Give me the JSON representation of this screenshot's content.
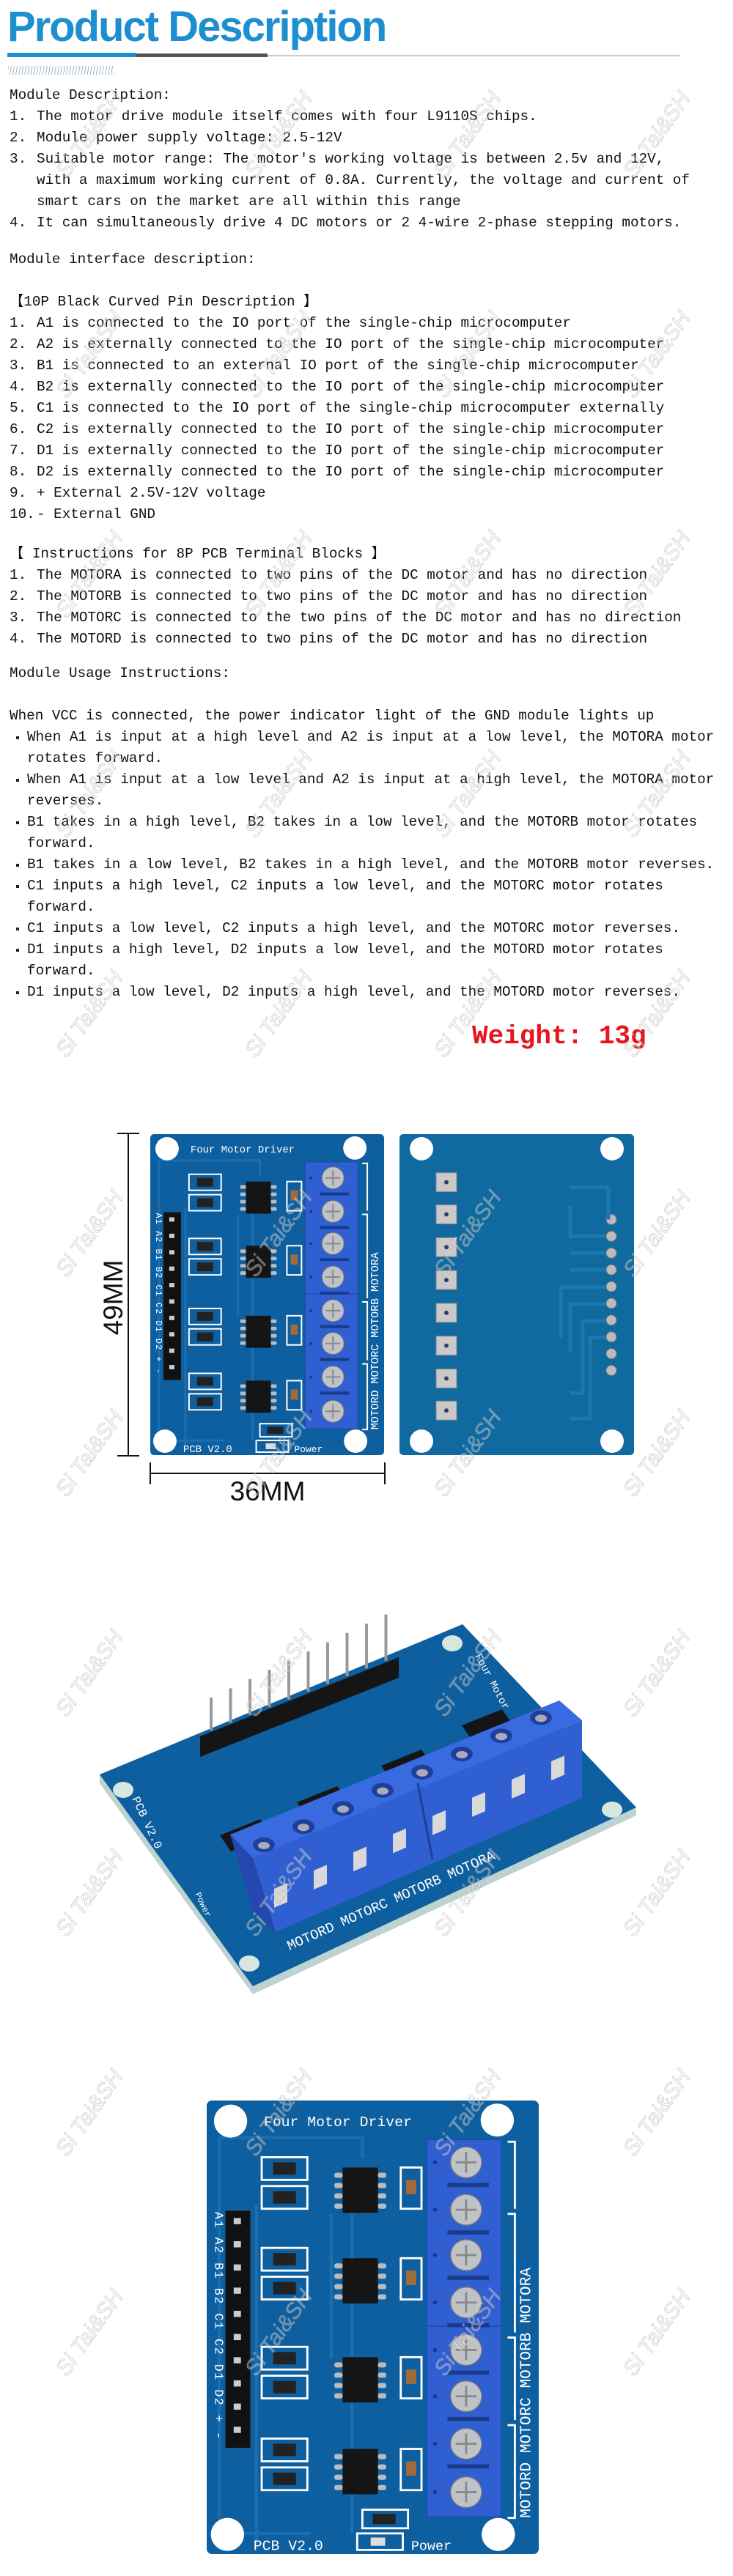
{
  "header": {
    "title": "Product Description",
    "accent_color": "#1d8fd1"
  },
  "module_description": {
    "heading": "Module Description:",
    "items": [
      {
        "num": "1.",
        "lines": [
          "The motor drive module itself comes with four L9110S chips."
        ]
      },
      {
        "num": "2.",
        "lines": [
          "Module power supply voltage: 2.5-12V"
        ]
      },
      {
        "num": "3.",
        "lines": [
          "Suitable motor range: The motor's working voltage is between 2.5v and 12V,",
          "with a maximum working current of 0.8A. Currently, the voltage and current of",
          "smart cars on the market are all within this range"
        ]
      },
      {
        "num": "4.",
        "lines": [
          "It can simultaneously drive 4 DC motors or 2 4-wire 2-phase stepping motors."
        ]
      }
    ]
  },
  "interface": {
    "heading": "Module interface description:",
    "pin_section_title": "【10P Black Curved Pin Description 】",
    "pins": [
      {
        "num": "1.",
        "text": "A1 is connected to the IO port of the single-chip microcomputer"
      },
      {
        "num": "2.",
        "text": "A2 is externally connected to the IO port of the single-chip microcomputer"
      },
      {
        "num": "3.",
        "text": "B1 is connected to an external IO port of the single-chip microcomputer"
      },
      {
        "num": "4.",
        "text": "B2 is externally connected to the IO port of the single-chip microcomputer"
      },
      {
        "num": "5.",
        "text": "C1 is connected to the IO port of the single-chip microcomputer externally"
      },
      {
        "num": "6.",
        "text": "C2 is externally connected to the IO port of the single-chip microcomputer"
      },
      {
        "num": "7.",
        "text": "D1 is externally connected to the IO port of the single-chip microcomputer"
      },
      {
        "num": "8.",
        "text": "D2 is externally connected to the IO port of the single-chip microcomputer"
      },
      {
        "num": "9.",
        "text": "+ External 2.5V-12V voltage"
      },
      {
        "num": "10.",
        "text": "- External GND"
      }
    ]
  },
  "terminals": {
    "title": "【 Instructions for 8P PCB Terminal Blocks 】",
    "items": [
      {
        "num": "1.",
        "text": "The MOTORA is connected to two pins of the DC motor and has no direction"
      },
      {
        "num": "2.",
        "text": "The MOTORB is connected to two pins of the DC motor and has no direction"
      },
      {
        "num": "3.",
        "text": "The MOTORC is connected to the two pins of the DC motor and has no direction"
      },
      {
        "num": "4.",
        "text": "The MOTORD is connected to two pins of the DC motor and has no direction"
      }
    ]
  },
  "usage": {
    "heading": "Module Usage Instructions:",
    "intro": "When VCC is connected, the power indicator light of the GND module lights up",
    "bullets": [
      [
        "When A1 is input at a high level and A2 is input at a low level, the MOTORA motor",
        "rotates forward."
      ],
      [
        "When A1 is input at a low level and A2 is input at a high level, the MOTORA motor",
        "reverses."
      ],
      [
        "B1 takes in a high level, B2 takes in a low level, and the MOTORB motor rotates",
        "forward."
      ],
      [
        "B1 takes in a low level, B2 takes in a high level, and the MOTORB motor reverses."
      ],
      [
        "C1 inputs a high level, C2 inputs a low level, and the MOTORC motor rotates",
        "forward."
      ],
      [
        "C1 inputs a low level, C2 inputs a high level, and the MOTORC motor reverses."
      ],
      [
        "D1 inputs a high level, D2 inputs a low level, and the MOTORD motor rotates",
        "forward."
      ],
      [
        "D1 inputs a low level, D2 inputs a high level, and the MOTORD motor reverses."
      ]
    ]
  },
  "weight": {
    "text": "Weight: 13g",
    "color": "#e8141c"
  },
  "dimensions": {
    "height_label": "49MM",
    "width_label": "36MM"
  },
  "board": {
    "title": "Four Motor Driver",
    "title_short": "Four Motor",
    "version": "PCB V2.0",
    "power_label": "Power",
    "motor_labels": [
      "MOTORD",
      "MOTORC",
      "MOTORB",
      "MOTORA"
    ],
    "pin_labels": [
      "A1",
      "A2",
      "B1",
      "B2",
      "C1",
      "C2",
      "D1",
      "D2",
      "+",
      "-"
    ],
    "pcb_color": "#0e5f9f",
    "terminal_color": "#2f5fd0"
  },
  "watermark": "Si Tai&SH"
}
